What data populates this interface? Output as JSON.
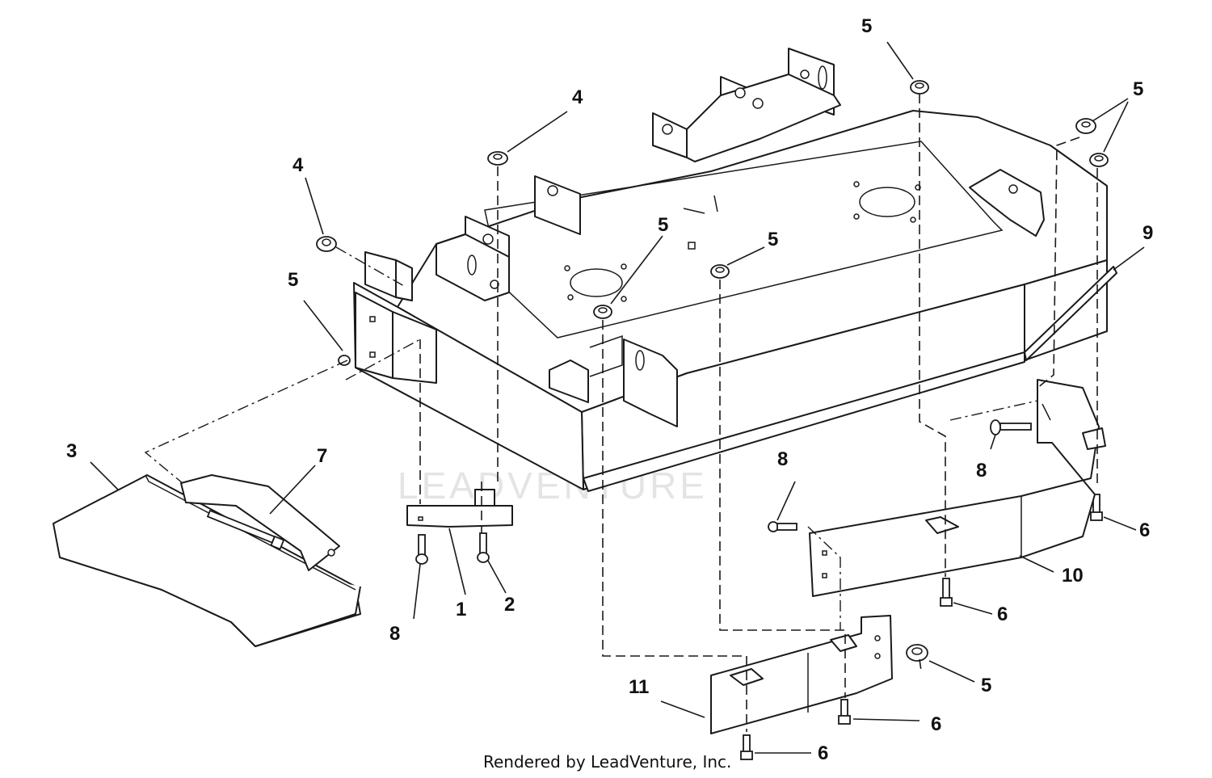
{
  "watermark": "LEADVENTURE",
  "footer": "Rendered by LeadVenture, Inc.",
  "callouts": {
    "c1": "1",
    "c2": "2",
    "c3": "3",
    "c4a": "4",
    "c4b": "4",
    "c5a": "5",
    "c5b": "5",
    "c5c": "5",
    "c5d": "5",
    "c5e": "5",
    "c5f": "5",
    "c6a": "6",
    "c6b": "6",
    "c6c": "6",
    "c6d": "6",
    "c7": "7",
    "c8a": "8",
    "c8b": "8",
    "c8c": "8",
    "c9": "9",
    "c10": "10",
    "c11": "11"
  }
}
